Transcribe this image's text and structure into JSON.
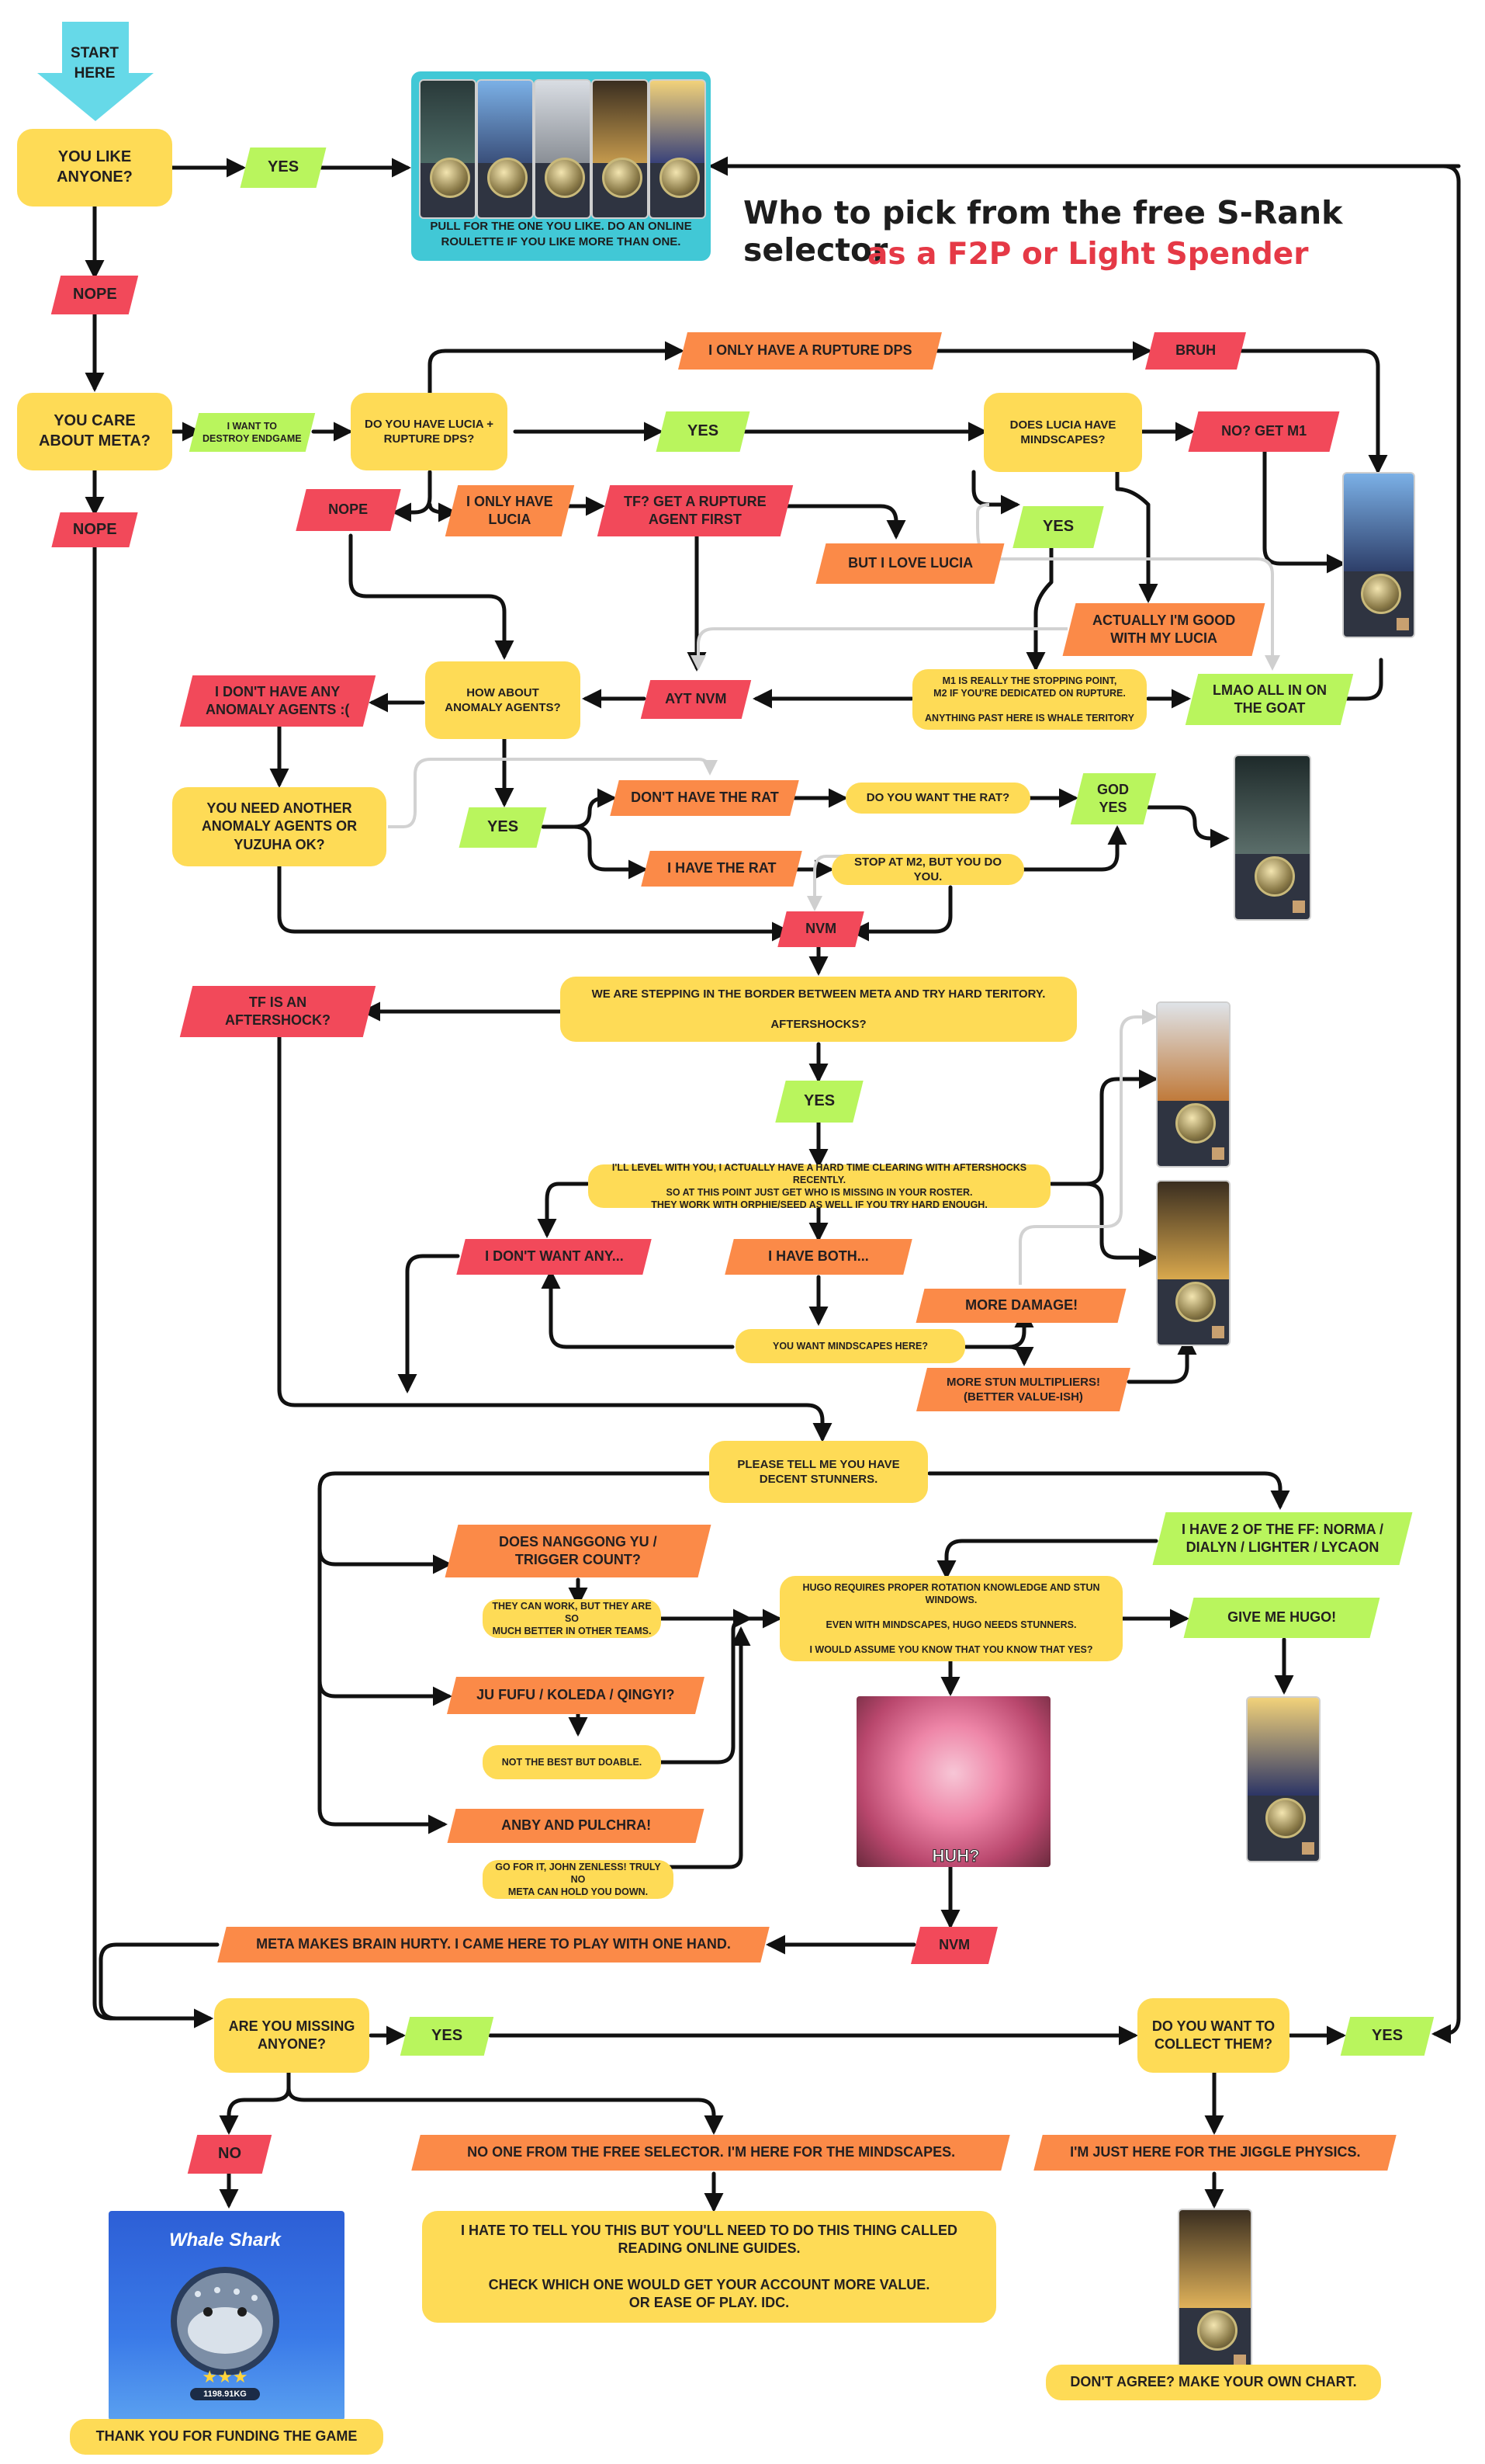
{
  "title": {
    "line1": "Who to pick from the free S-Rank selector",
    "line2": "as a F2P or Light Spender"
  },
  "start": "START\nHERE",
  "banner_caption": "PULL FOR THE ONE YOU LIKE. DO AN ONLINE\nROULETTE IF YOU LIKE MORE THAN ONE.",
  "huh_caption": "HUH?",
  "whale": {
    "title": "Whale Shark",
    "weight": "1198.91KG",
    "stars": "★★★"
  },
  "nodes": {
    "you_like": "YOU LIKE\nANYONE?",
    "yes1": "YES",
    "nope1": "NOPE",
    "care_meta": "YOU CARE\nABOUT META?",
    "destroy_endgame": "I WANT TO\nDESTROY ENDGAME",
    "nope2": "NOPE",
    "have_lucia_rupture": "DO YOU HAVE LUCIA +\nRUPTURE DPS?",
    "only_rupture": "I ONLY HAVE A RUPTURE DPS",
    "bruh": "BRUH",
    "yes2": "YES",
    "lucia_mindscapes": "DOES LUCIA HAVE\nMINDSCAPES?",
    "no_get_m1": "NO? GET M1",
    "nope3": "NOPE",
    "only_lucia": "I ONLY HAVE\nLUCIA",
    "tf_rupture": "TF? GET A RUPTURE\nAGENT FIRST",
    "love_lucia": "BUT I LOVE LUCIA",
    "yes3": "YES",
    "actually_good": "ACTUALLY I'M GOOD\nWITH MY LUCIA",
    "m1_stopping": "M1 IS REALLY THE STOPPING POINT,\nM2 IF YOU'RE DEDICATED ON RUPTURE.\n\nANYTHING PAST HERE IS WHALE TERITORY",
    "lmao_all_in": "LMAO ALL IN ON\nTHE GOAT",
    "ayt_nvm": "AYT NVM",
    "how_anomaly": "HOW ABOUT\nANOMALY AGENTS?",
    "no_anomaly": "I DON'T HAVE ANY\nANOMALY AGENTS :(",
    "need_anomaly": "YOU NEED ANOTHER\nANOMALY AGENTS OR\nYUZUHA OK?",
    "yes4": "YES",
    "dont_have_rat": "DON'T HAVE THE RAT",
    "want_rat": "DO YOU WANT THE RAT?",
    "god_yes": "GOD\nYES",
    "have_rat": "I HAVE THE RAT",
    "stop_m2": "STOP AT M2, BUT YOU DO YOU.",
    "nvm1": "NVM",
    "border_meta": "WE ARE STEPPING IN THE BORDER BETWEEN META AND TRY HARD TERITORY.\n\nAFTERSHOCKS?",
    "tf_aftershock": "TF IS AN\nAFTERSHOCK?",
    "yes5": "YES",
    "level_with_you": "I'LL LEVEL WITH YOU, I ACTUALLY HAVE A HARD TIME CLEARING WITH AFTERSHOCKS RECENTLY.\nSO AT THIS POINT JUST GET WHO IS MISSING IN YOUR ROSTER.\nTHEY WORK WITH ORPHIE/SEED AS WELL IF YOU TRY HARD ENOUGH.",
    "dont_want_any": "I DON'T WANT ANY...",
    "have_both": "I HAVE BOTH...",
    "more_damage": "MORE DAMAGE!",
    "want_mindscapes": "YOU WANT MINDSCAPES HERE?",
    "more_stun": "MORE STUN MULTIPLIERS!\n(BETTER VALUE-ISH)",
    "decent_stunners": "PLEASE TELL ME YOU HAVE\nDECENT STUNNERS.",
    "have_2_ff": "I HAVE 2 OF THE FF: NORMA /\nDIALYN / LIGHTER / LYCAON",
    "nanggong_trigger": "DOES NANGGONG YU /\nTRIGGER COUNT?",
    "can_work": "THEY CAN WORK, BUT THEY ARE SO\nMUCH BETTER IN OTHER TEAMS.",
    "hugo_requires": "HUGO REQUIRES PROPER ROTATION KNOWLEDGE AND STUN WINDOWS.\n\nEVEN WITH MINDSCAPES, HUGO NEEDS STUNNERS.\n\nI WOULD ASSUME YOU KNOW THAT YOU KNOW THAT YES?",
    "give_hugo": "GIVE ME HUGO!",
    "ju_fufu": "JU FUFU / KOLEDA / QINGYI?",
    "not_best": "NOT THE BEST BUT DOABLE.",
    "anby_pulchra": "ANBY AND PULCHRA!",
    "go_for_it": "GO FOR IT, JOHN ZENLESS! TRULY NO\nMETA CAN HOLD YOU DOWN.",
    "nvm2": "NVM",
    "meta_brain": "META MAKES BRAIN HURTY. I CAME HERE TO PLAY WITH ONE HAND.",
    "missing_anyone": "ARE YOU MISSING\nANYONE?",
    "yes6": "YES",
    "want_collect": "DO YOU WANT TO\nCOLLECT THEM?",
    "yes7": "YES",
    "no_final": "NO",
    "no_one_selector": "NO ONE FROM THE FREE SELECTOR. I'M HERE FOR THE MINDSCAPES.",
    "jiggle": "I'M JUST HERE FOR THE JIGGLE PHYSICS.",
    "hate_to_tell": "I HATE TO TELL YOU THIS BUT YOU'LL NEED TO DO THIS THING CALLED\nREADING ONLINE GUIDES.\n\nCHECK WHICH ONE WOULD GET YOUR ACCOUNT MORE VALUE.\nOR EASE OF PLAY. IDC.",
    "thank_you": "THANK YOU FOR FUNDING THE GAME",
    "dont_agree": "DON'T AGREE? MAKE YOUR OWN CHART."
  },
  "colors": {
    "yellow": "#fedb56",
    "green": "#b9f55d",
    "red": "#f2495a",
    "orange": "#fb8a48",
    "banner": "#41c8d6",
    "start": "#66d9e8",
    "title_red": "#e53946"
  }
}
